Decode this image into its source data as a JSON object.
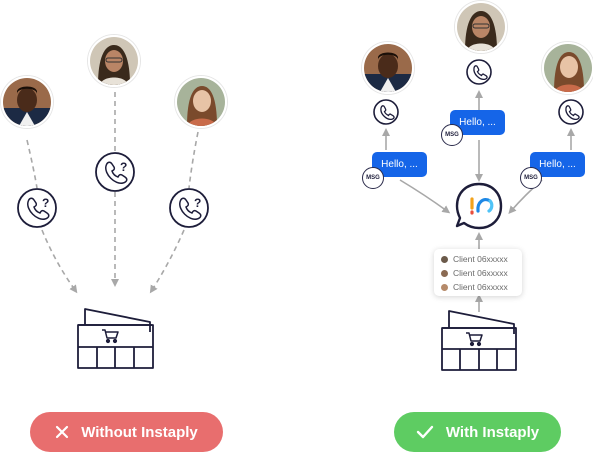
{
  "left_panel": {
    "label": "Without Instaply",
    "color": "#e86e6e",
    "icon": "x-icon"
  },
  "right_panel": {
    "label": "With Instaply",
    "color": "#5ecc62",
    "icon": "check-icon"
  },
  "bubble_text": "Hello, ...",
  "msg_badge_text": "MSG",
  "clients": [
    "Client 06xxxxx",
    "Client 06xxxxx",
    "Client 06xxxxx"
  ],
  "colors": {
    "line": "#1d1d3a",
    "arrow": "#a8a8a8",
    "bubble": "#1565e8"
  },
  "icons": {
    "phone_unknown": "phone-question-icon",
    "phone": "phone-icon",
    "store": "store-icon",
    "chat_hub": "instaply-chat-icon"
  }
}
